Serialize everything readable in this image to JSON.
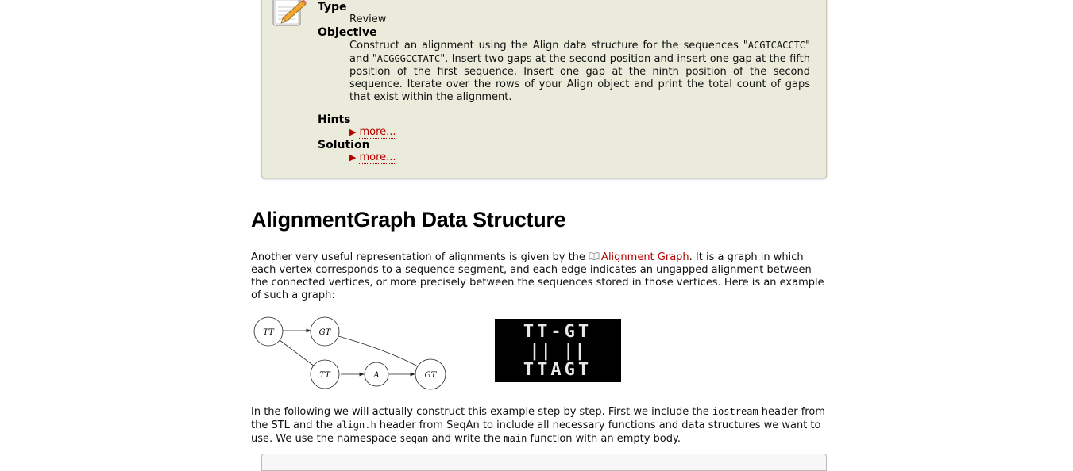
{
  "assignment": {
    "type_label": "Type",
    "type_value": "Review",
    "objective_label": "Objective",
    "objective_parts": {
      "p1": "Construct an alignment using the Align data structure for the sequences \"",
      "seq1": "ACGTCACCTC",
      "p2": "\" and \"",
      "seq2": "ACGGGCCTATC",
      "p3": "\". Insert two gaps at the second position and insert one gap at the fifth position of the first sequence. Insert one gap at the ninth position of the second sequence. Iterate over the rows of your Align object and print the total count of gaps that exist within the alignment."
    },
    "hints_label": "Hints",
    "hints_more": "more...",
    "solution_label": "Solution",
    "solution_more": "more..."
  },
  "section": {
    "title": "AlignmentGraph Data Structure",
    "intro_before_link": "Another very useful representation of alignments is given by the ",
    "intro_link": "Alignment Graph",
    "intro_after_link": ". It is a graph in which each vertex corresponds to a sequence segment, and each edge indicates an ungapped alignment between the connected vertices, or more precisely between the sequences stored in those vertices. Here is an example of such a graph:"
  },
  "graph": {
    "nodes": {
      "n1": "TT",
      "n2": "GT",
      "n3": "TT",
      "n4": "A",
      "n5": "GT"
    }
  },
  "alignment_image": {
    "row1": "TT-GT",
    "row2": "||  ||",
    "row3": "TTAGT"
  },
  "paragraph2": {
    "t1": "In the following we will actually construct this example step by step. First we include the ",
    "c1": "iostream",
    "t2": " header from the STL and the ",
    "c2": "align.h",
    "t3": " header from SeqAn to include all necessary functions and data structures we want to use. We use the namespace ",
    "c3": "seqan",
    "t4": " and write the ",
    "c4": "main",
    "t5": " function with an empty body."
  },
  "colors": {
    "box_bg": "#ebebdb",
    "link": "#b50000"
  }
}
